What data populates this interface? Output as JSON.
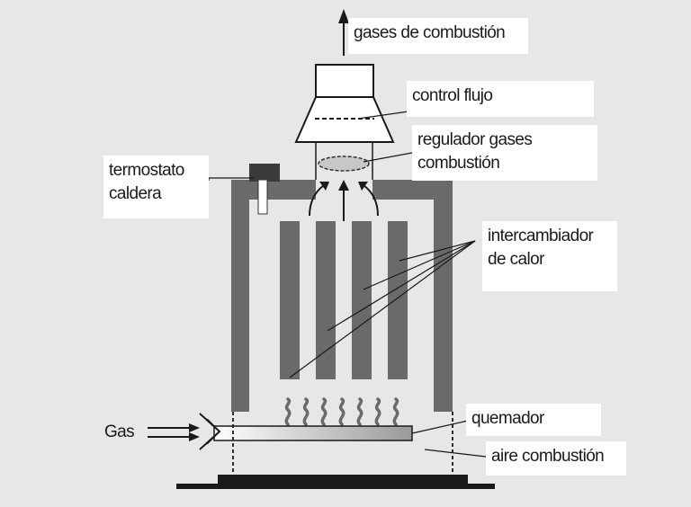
{
  "labels": {
    "gases_combustion": "gases de combustión",
    "control_flujo": "control flujo",
    "regulador_line1": "regulador gases",
    "regulador_line2": "combustión",
    "termostato_line1": "termostato",
    "termostato_line2": "caldera",
    "intercambiador_line1": "intercambiador",
    "intercambiador_line2": "de calor",
    "quemador": "quemador",
    "aire_combustion": "aire combustión",
    "gas": "Gas"
  },
  "colors": {
    "background": "#e7e7e7",
    "housing": "#6a6a6a",
    "thermostat": "#3a3a3a",
    "base": "#1a1a1a"
  }
}
